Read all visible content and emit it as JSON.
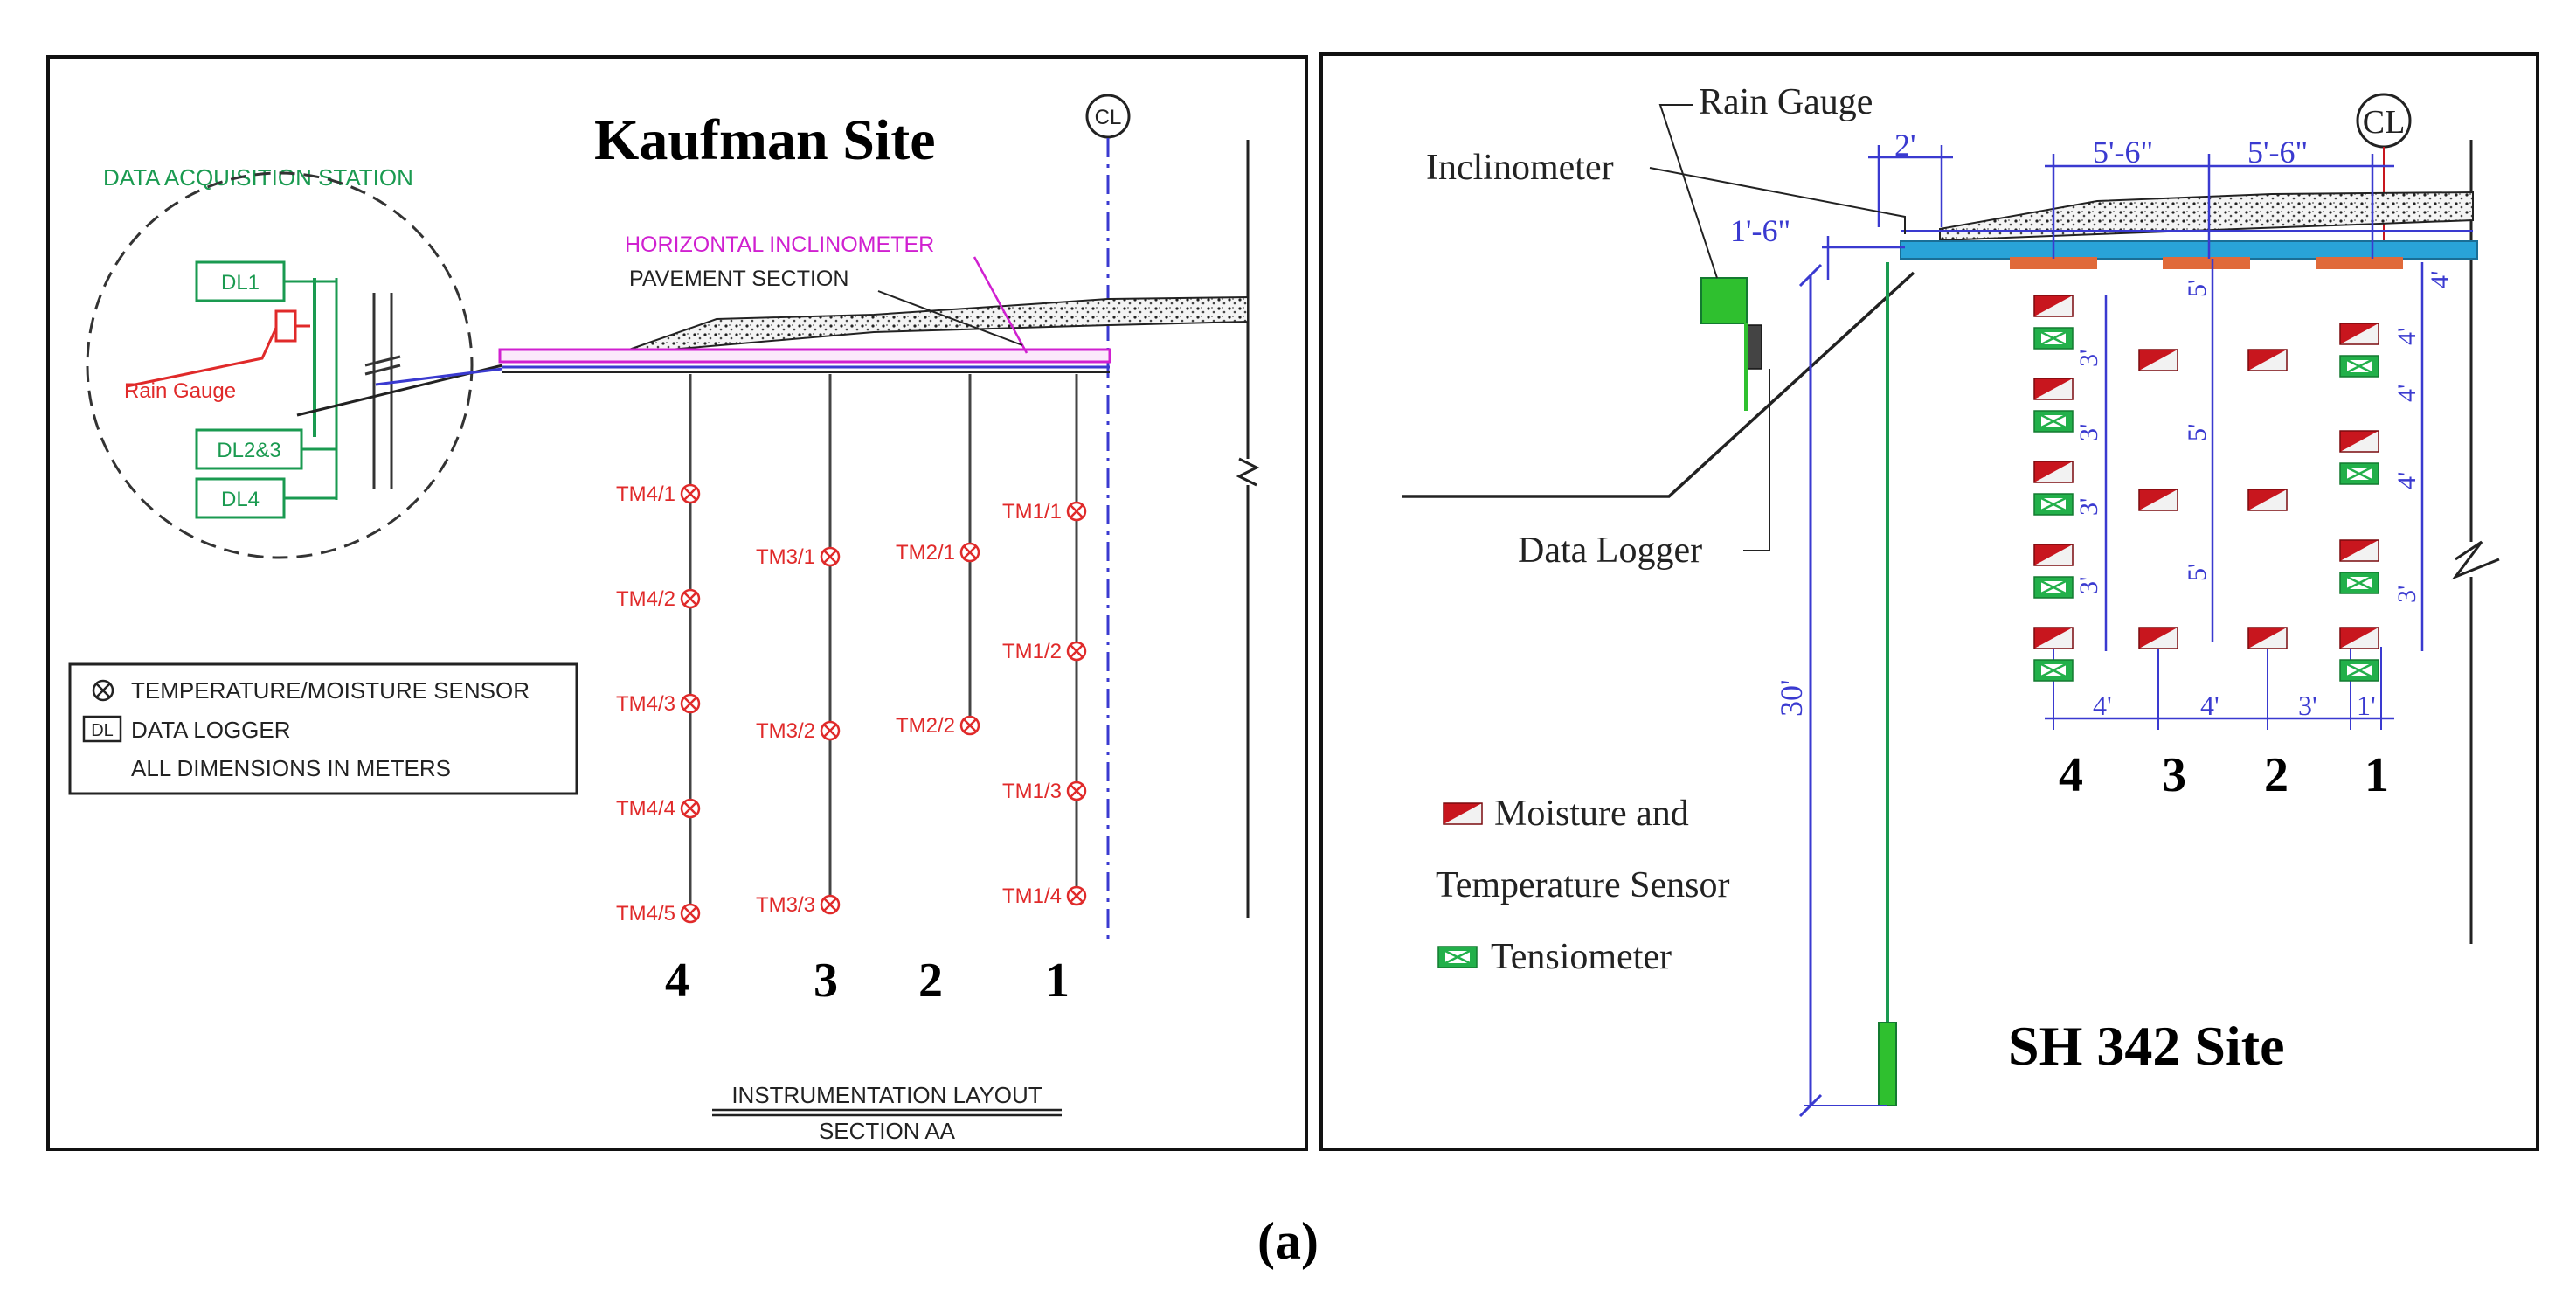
{
  "caption": "(a)",
  "left": {
    "title": "Kaufman Site",
    "centerline": "CL",
    "das_title": "DATA ACQUISITION STATION",
    "dl1": "DL1",
    "dl23": "DL2&3",
    "dl4": "DL4",
    "rain_gauge": "Rain Gauge",
    "horizontal_inclinometer": "HORIZONTAL INCLINOMETER",
    "pavement_section": "PAVEMENT SECTION",
    "legend": {
      "sensor": "TEMPERATURE/MOISTURE SENSOR",
      "dl_box": "DL",
      "logger": "DATA LOGGER",
      "units": "ALL DIMENSIONS IN METERS"
    },
    "sensors": {
      "tm4_1": "TM4/1",
      "tm4_2": "TM4/2",
      "tm4_3": "TM4/3",
      "tm4_4": "TM4/4",
      "tm4_5": "TM4/5",
      "tm3_1": "TM3/1",
      "tm3_2": "TM3/2",
      "tm3_3": "TM3/3",
      "tm2_1": "TM2/1",
      "tm2_2": "TM2/2",
      "tm1_1": "TM1/1",
      "tm1_2": "TM1/2",
      "tm1_3": "TM1/3",
      "tm1_4": "TM1/4"
    },
    "columns": {
      "c4": "4",
      "c3": "3",
      "c2": "2",
      "c1": "1"
    },
    "layout_title": "INSTRUMENTATION LAYOUT",
    "layout_sub": "SECTION AA"
  },
  "right": {
    "title": "SH 342 Site",
    "centerline": "CL",
    "rain_gauge": "Rain Gauge",
    "inclinometer": "Inclinometer",
    "data_logger": "Data Logger",
    "dims": {
      "d2": "2'",
      "d1_6": "1'-6\"",
      "d5_6a": "5'-6\"",
      "d5_6b": "5'-6\"",
      "d30": "30'",
      "v4a": "4'",
      "v3a": "3'",
      "v3b": "3'",
      "v3c": "3'",
      "v3d": "3'",
      "v5a": "5'",
      "v5b": "5'",
      "v5c": "5'",
      "v4b": "4'",
      "v4c": "4'",
      "v4d": "4'",
      "v3e": "3'",
      "h4a": "4'",
      "h4b": "4'",
      "h3": "3'",
      "h1": "1'"
    },
    "columns": {
      "c4": "4",
      "c3": "3",
      "c2": "2",
      "c1": "1"
    },
    "legend": {
      "moisture1": "Moisture and",
      "moisture2": "Temperature Sensor",
      "tensiometer": "Tensiometer"
    }
  },
  "colors": {
    "green": "#1a9a50",
    "red": "#e02a2a",
    "magenta": "#d020d0",
    "blue": "#1f2f9c",
    "cyan": "#29a3d8",
    "sensor_red": "#c8161e",
    "tens_green": "#22b04a",
    "gauge_green": "#2fc02f"
  }
}
